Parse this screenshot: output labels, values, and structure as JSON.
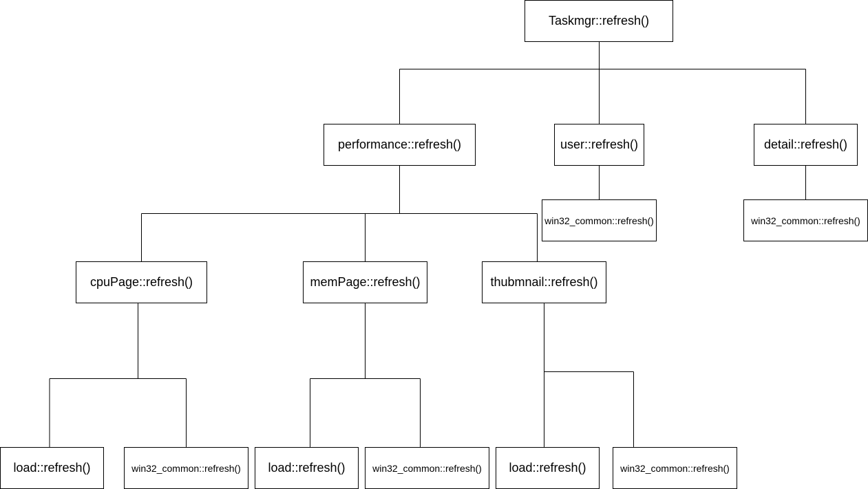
{
  "nodes": {
    "root": {
      "label": "Taskmgr::refresh()"
    },
    "performance": {
      "label": "performance::refresh()"
    },
    "user": {
      "label": "user::refresh()"
    },
    "detail": {
      "label": "detail::refresh()"
    },
    "user_common": {
      "label": "win32_common::refresh()"
    },
    "detail_common": {
      "label": "win32_common::refresh()"
    },
    "cpuPage": {
      "label": "cpuPage::refresh()"
    },
    "memPage": {
      "label": "memPage::refresh()"
    },
    "thumbnail": {
      "label": "thubmnail::refresh()"
    },
    "cpu_load": {
      "label": "load::refresh()"
    },
    "cpu_common": {
      "label": "win32_common::refresh()"
    },
    "mem_load": {
      "label": "load::refresh()"
    },
    "mem_common": {
      "label": "win32_common::refresh()"
    },
    "thumb_load": {
      "label": "load::refresh()"
    },
    "thumb_common": {
      "label": "win32_common::refresh()"
    }
  },
  "edges": [
    [
      "root",
      "performance"
    ],
    [
      "root",
      "user"
    ],
    [
      "root",
      "detail"
    ],
    [
      "user",
      "user_common"
    ],
    [
      "detail",
      "detail_common"
    ],
    [
      "performance",
      "cpuPage"
    ],
    [
      "performance",
      "memPage"
    ],
    [
      "performance",
      "thumbnail"
    ],
    [
      "cpuPage",
      "cpu_load"
    ],
    [
      "cpuPage",
      "cpu_common"
    ],
    [
      "memPage",
      "mem_load"
    ],
    [
      "memPage",
      "mem_common"
    ],
    [
      "thumbnail",
      "thumb_load"
    ],
    [
      "thumbnail",
      "thumb_common"
    ]
  ]
}
